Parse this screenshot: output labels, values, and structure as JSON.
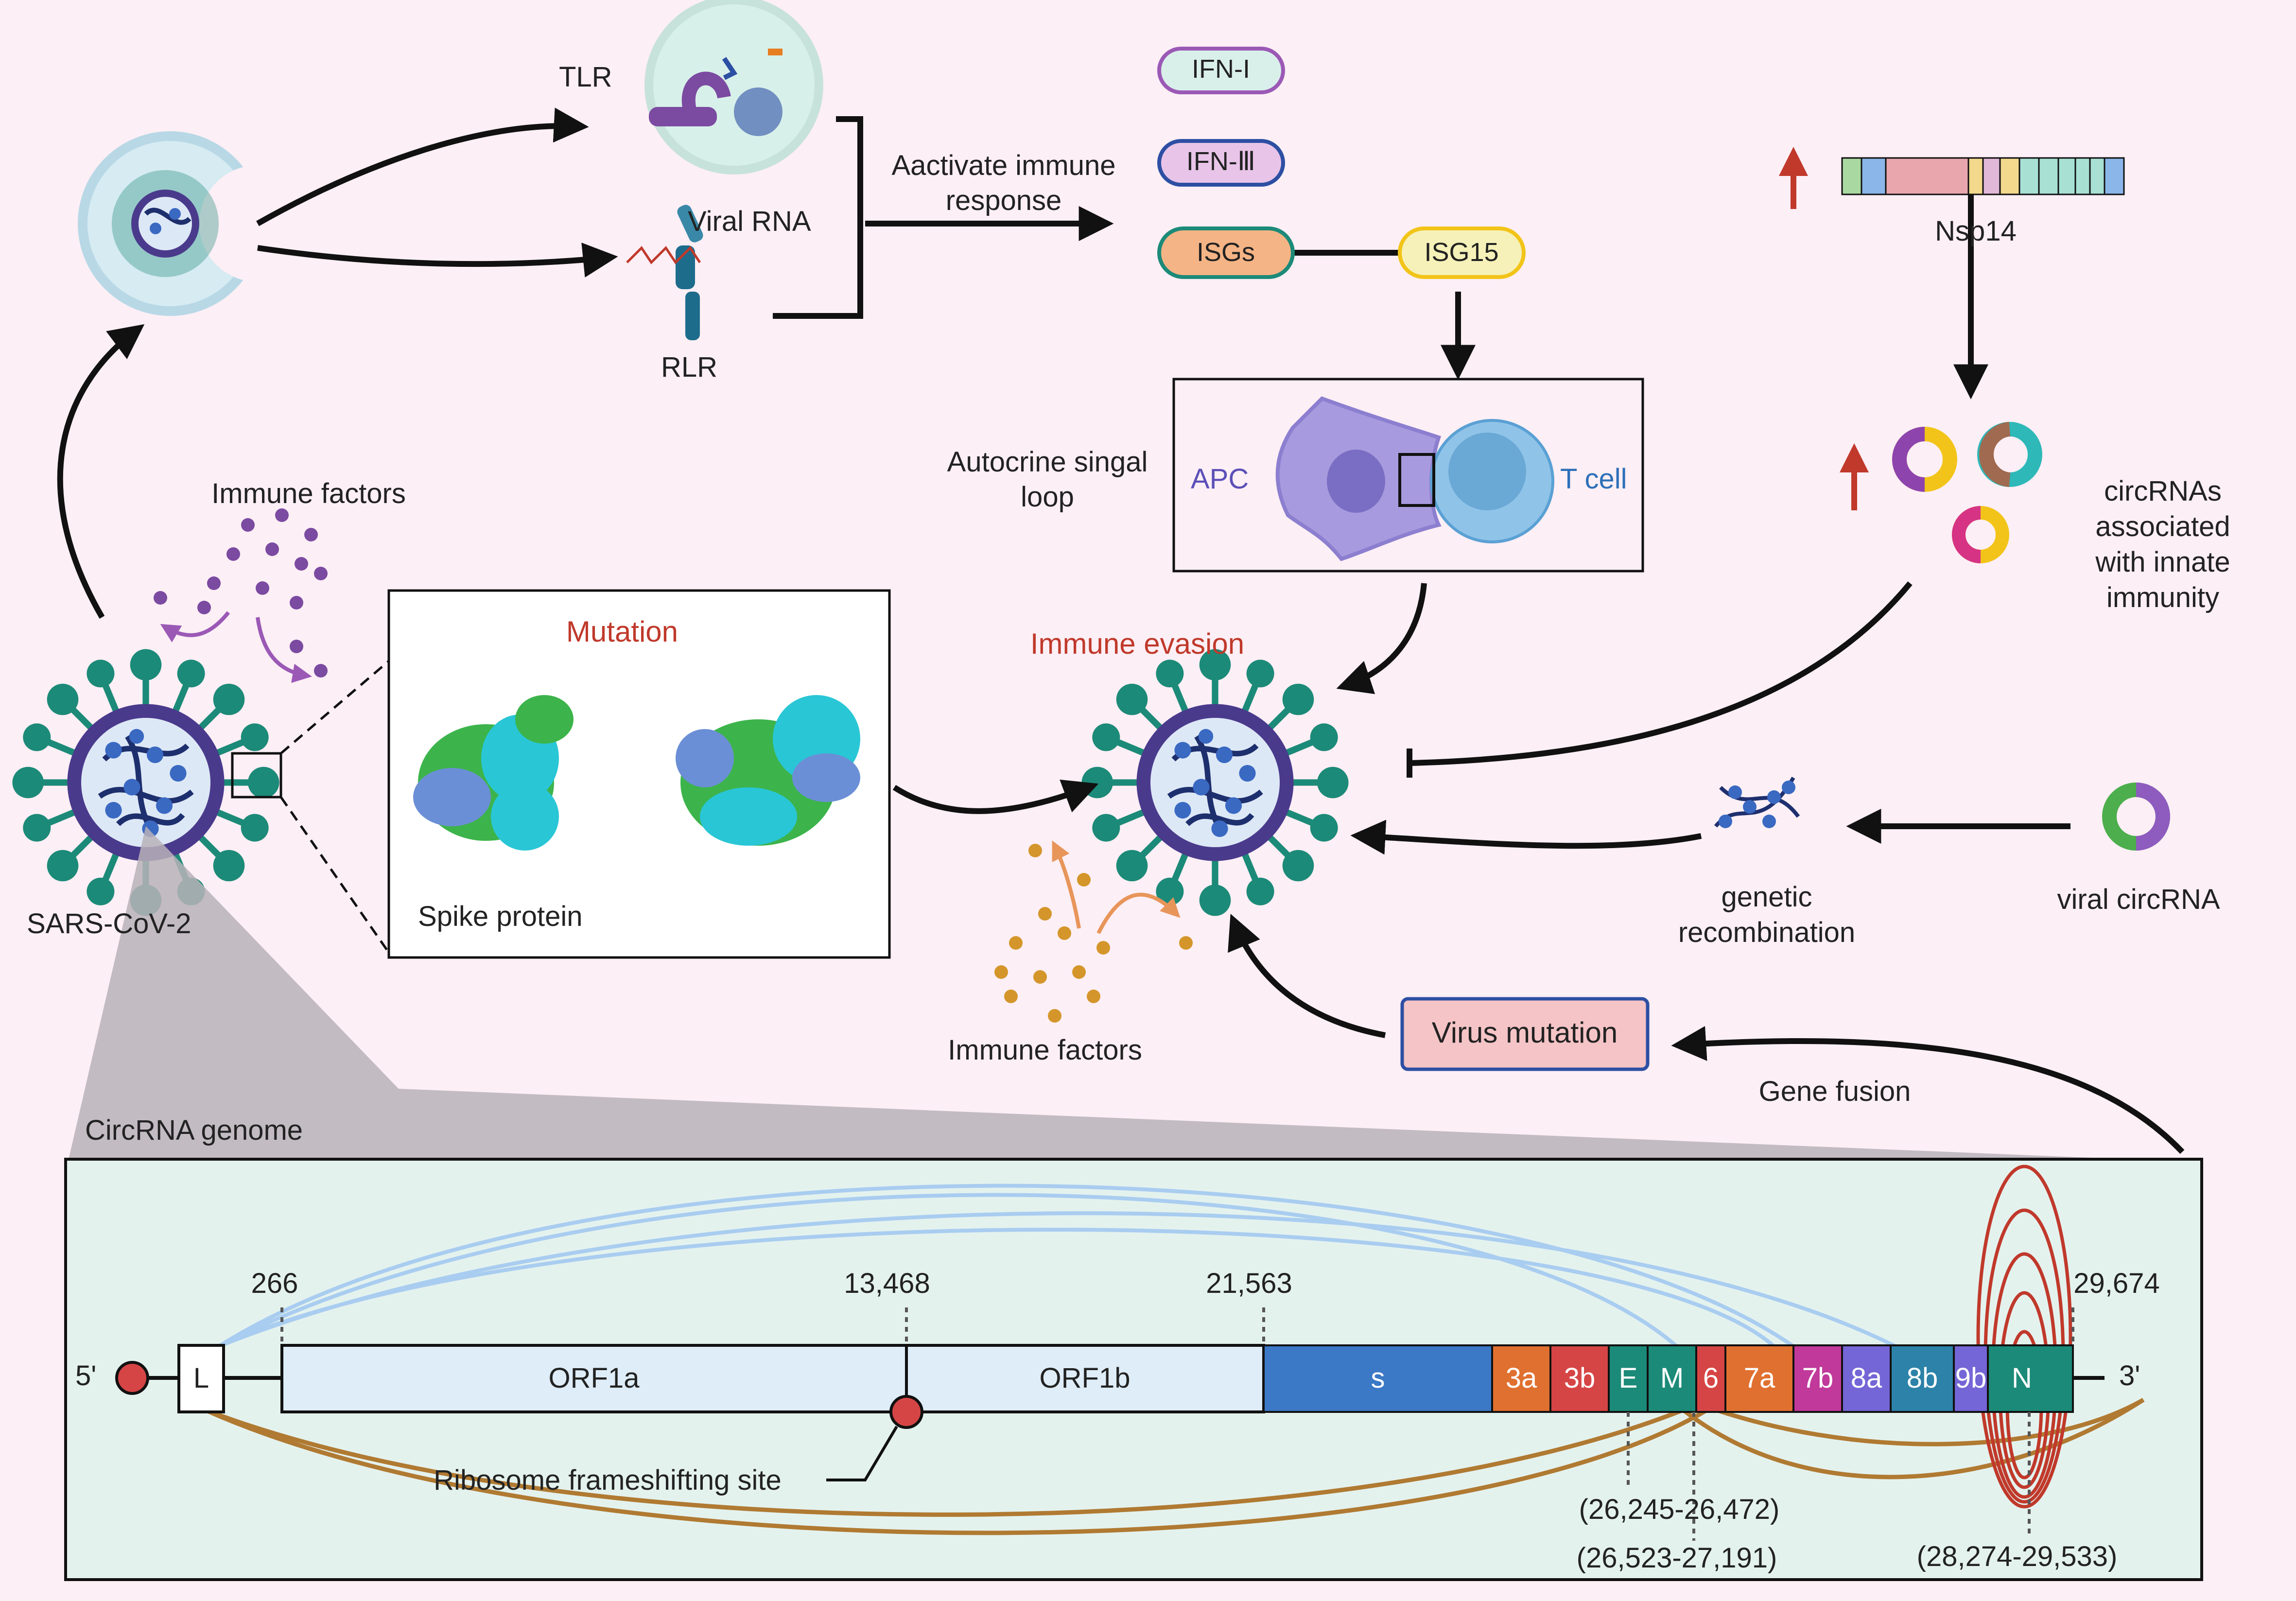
{
  "labels": {
    "tlr": "TLR",
    "viral_rna": "Viral RNA",
    "rlr": "RLR",
    "activate_immune": "Aactivate immune",
    "response": "response",
    "ifn1": "IFN-I",
    "ifn3": "IFN-Ⅲ",
    "isgs": "ISGs",
    "isg15": "ISG15",
    "autocrine_l1": "Autocrine singal",
    "autocrine_l2": "loop",
    "apc": "APC",
    "tcell": "T cell",
    "nsp14": "Nsp14",
    "circ_l1": "circRNAs",
    "circ_l2": "associated",
    "circ_l3": "with innate",
    "circ_l4": "immunity",
    "immune_factors_top": "Immune factors",
    "sars": "SARS-CoV-2",
    "mutation": "Mutation",
    "spike": "Spike protein",
    "immune_evasion": "Immune evasion",
    "genetic_l1": "genetic",
    "genetic_l2": "recombination",
    "viral_circ": "viral circRNA",
    "immune_factors_bottom": "Immune factors",
    "virus_mutation": "Virus mutation",
    "gene_fusion": "Gene fusion",
    "circ_genome": "CircRNA genome"
  },
  "genome": {
    "five_prime": "5'",
    "three_prime": "3'",
    "pos_266": "266",
    "pos_13468": "13,468",
    "pos_21563": "21,563",
    "pos_29674": "29,674",
    "l": "L",
    "orf1a": "ORF1a",
    "orf1b": "ORF1b",
    "s": "s",
    "g3a": "3a",
    "g3b": "3b",
    "e": "E",
    "m": "M",
    "g6": "6",
    "g7a": "7a",
    "g7b": "7b",
    "g8a": "8a",
    "g8b": "8b",
    "g9b": "9b",
    "n": "N",
    "ribosome": "Ribosome frameshifting site",
    "range1": "(26,245-26,472)",
    "range2": "(26,523-27,191)",
    "range3": "(28,274-29,533)"
  },
  "colors": {
    "background": "#fceff5",
    "genome_panel": "#e4f2ee",
    "teal": "#1c8a78",
    "arrow_red": "#c0392b",
    "mutation_text": "#c0392b"
  }
}
